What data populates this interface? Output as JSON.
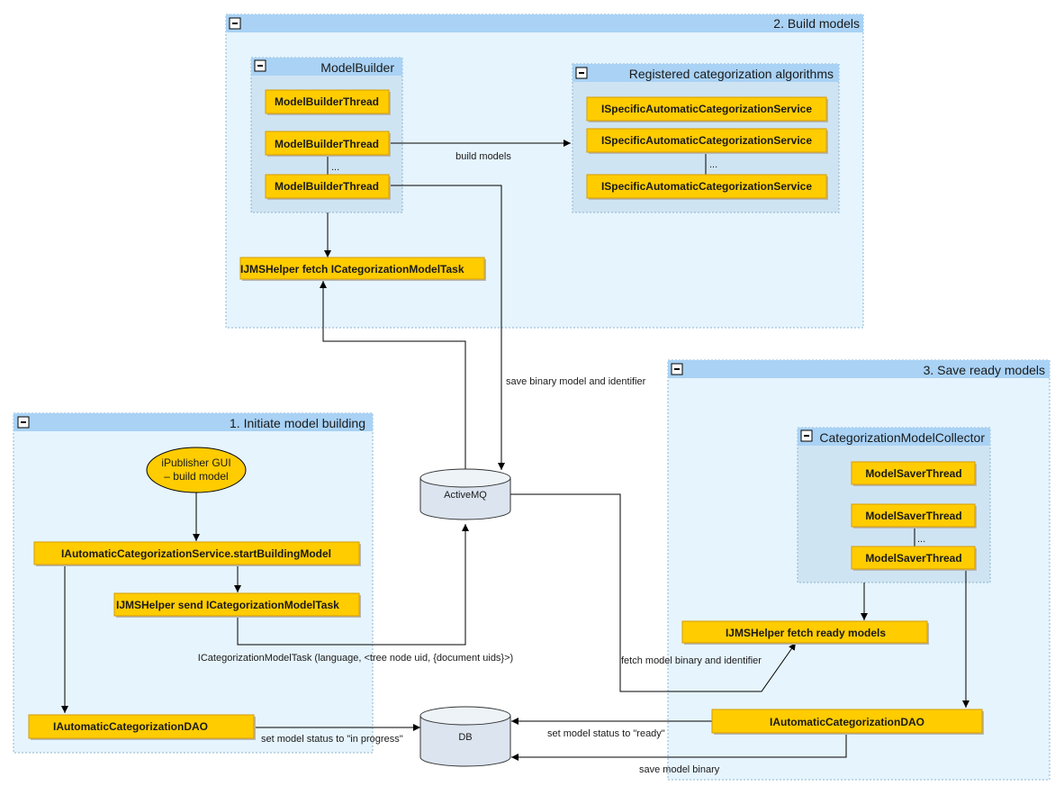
{
  "groups": {
    "build": "2. Build models",
    "initiate": "1. Initiate model building",
    "save": "3. Save ready models"
  },
  "inner_groups": {
    "model_builder": "ModelBuilder",
    "algorithms": "Registered categorization algorithms",
    "collector": "CategorizationModelCollector"
  },
  "nodes": {
    "mbt1": "ModelBuilderThread",
    "mbt2": "ModelBuilderThread",
    "mbt3": "ModelBuilderThread",
    "svc1": "ISpecificAutomaticCategorizationService",
    "svc2": "ISpecificAutomaticCategorizationService",
    "svc3": "ISpecificAutomaticCategorizationService",
    "fetch_task": "IJMSHelper fetch ICategorizationModelTask",
    "gui_line1": "iPublisher GUI",
    "gui_line2": "– build model",
    "start_building": "IAutomaticCategorizationService.startBuildingModel",
    "send_task": "IJMSHelper send ICategorizationModelTask",
    "dao_left": "IAutomaticCategorizationDAO",
    "activemq": "ActiveMQ",
    "db": "DB",
    "mst1": "ModelSaverThread",
    "mst2": "ModelSaverThread",
    "mst3": "ModelSaverThread",
    "fetch_ready": "IJMSHelper fetch ready models",
    "dao_right": "IAutomaticCategorizationDAO"
  },
  "ellipsis": "...",
  "edge_labels": {
    "build_models": "build models",
    "save_binary": "save binary model and identifier",
    "task_payload": "ICategorizationModelTask (language, <tree node uid, {document uids}>)",
    "in_progress": "set model status to \"in progress\"",
    "ready": "set model status to \"ready\"",
    "save_model_binary": "save model binary",
    "fetch_binary": "fetch model binary and identifier"
  }
}
